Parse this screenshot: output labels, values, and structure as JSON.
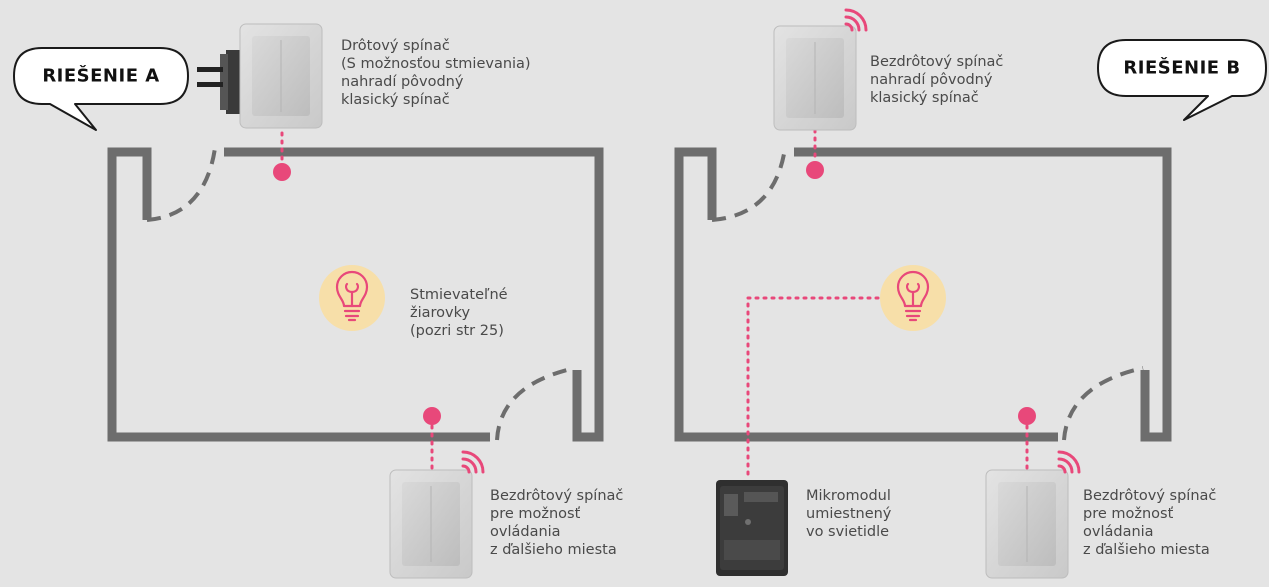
{
  "solution_a": {
    "title": "RIEŠENIE A",
    "wired_switch_text": [
      "Drôtový spínač",
      "(S možnosťou stmievania)",
      "nahradí pôvodný",
      "klasický spínač"
    ],
    "bulbs_text": [
      "Stmievateľné",
      "žiarovky",
      "(pozri str 25)"
    ],
    "wireless_switch_text": [
      "Bezdrôtový spínač",
      "pre možnosť",
      "ovládania",
      "z ďalšieho miesta"
    ]
  },
  "solution_b": {
    "title": "RIEŠENIE B",
    "wireless_switch_top_text": [
      "Bezdrôtový spínač",
      "nahradí pôvodný",
      "klasický spínač"
    ],
    "micromodule_text": [
      "Mikromodul",
      "umiestnený",
      "vo svietidle"
    ],
    "wireless_switch_bottom_text": [
      "Bezdrôtový spínač",
      "pre možnosť",
      "ovládania",
      "z ďalšieho miesta"
    ]
  },
  "colors": {
    "background": "#e4e4e4",
    "wall": "#6d6d6d",
    "accent_pink": "#e8487a",
    "bulb_circle": "#f7dfa9",
    "switch_plate": "#d6d6d6"
  },
  "icons": [
    "bulb-icon",
    "wireless-signal-icon",
    "wired-connector-icon"
  ]
}
